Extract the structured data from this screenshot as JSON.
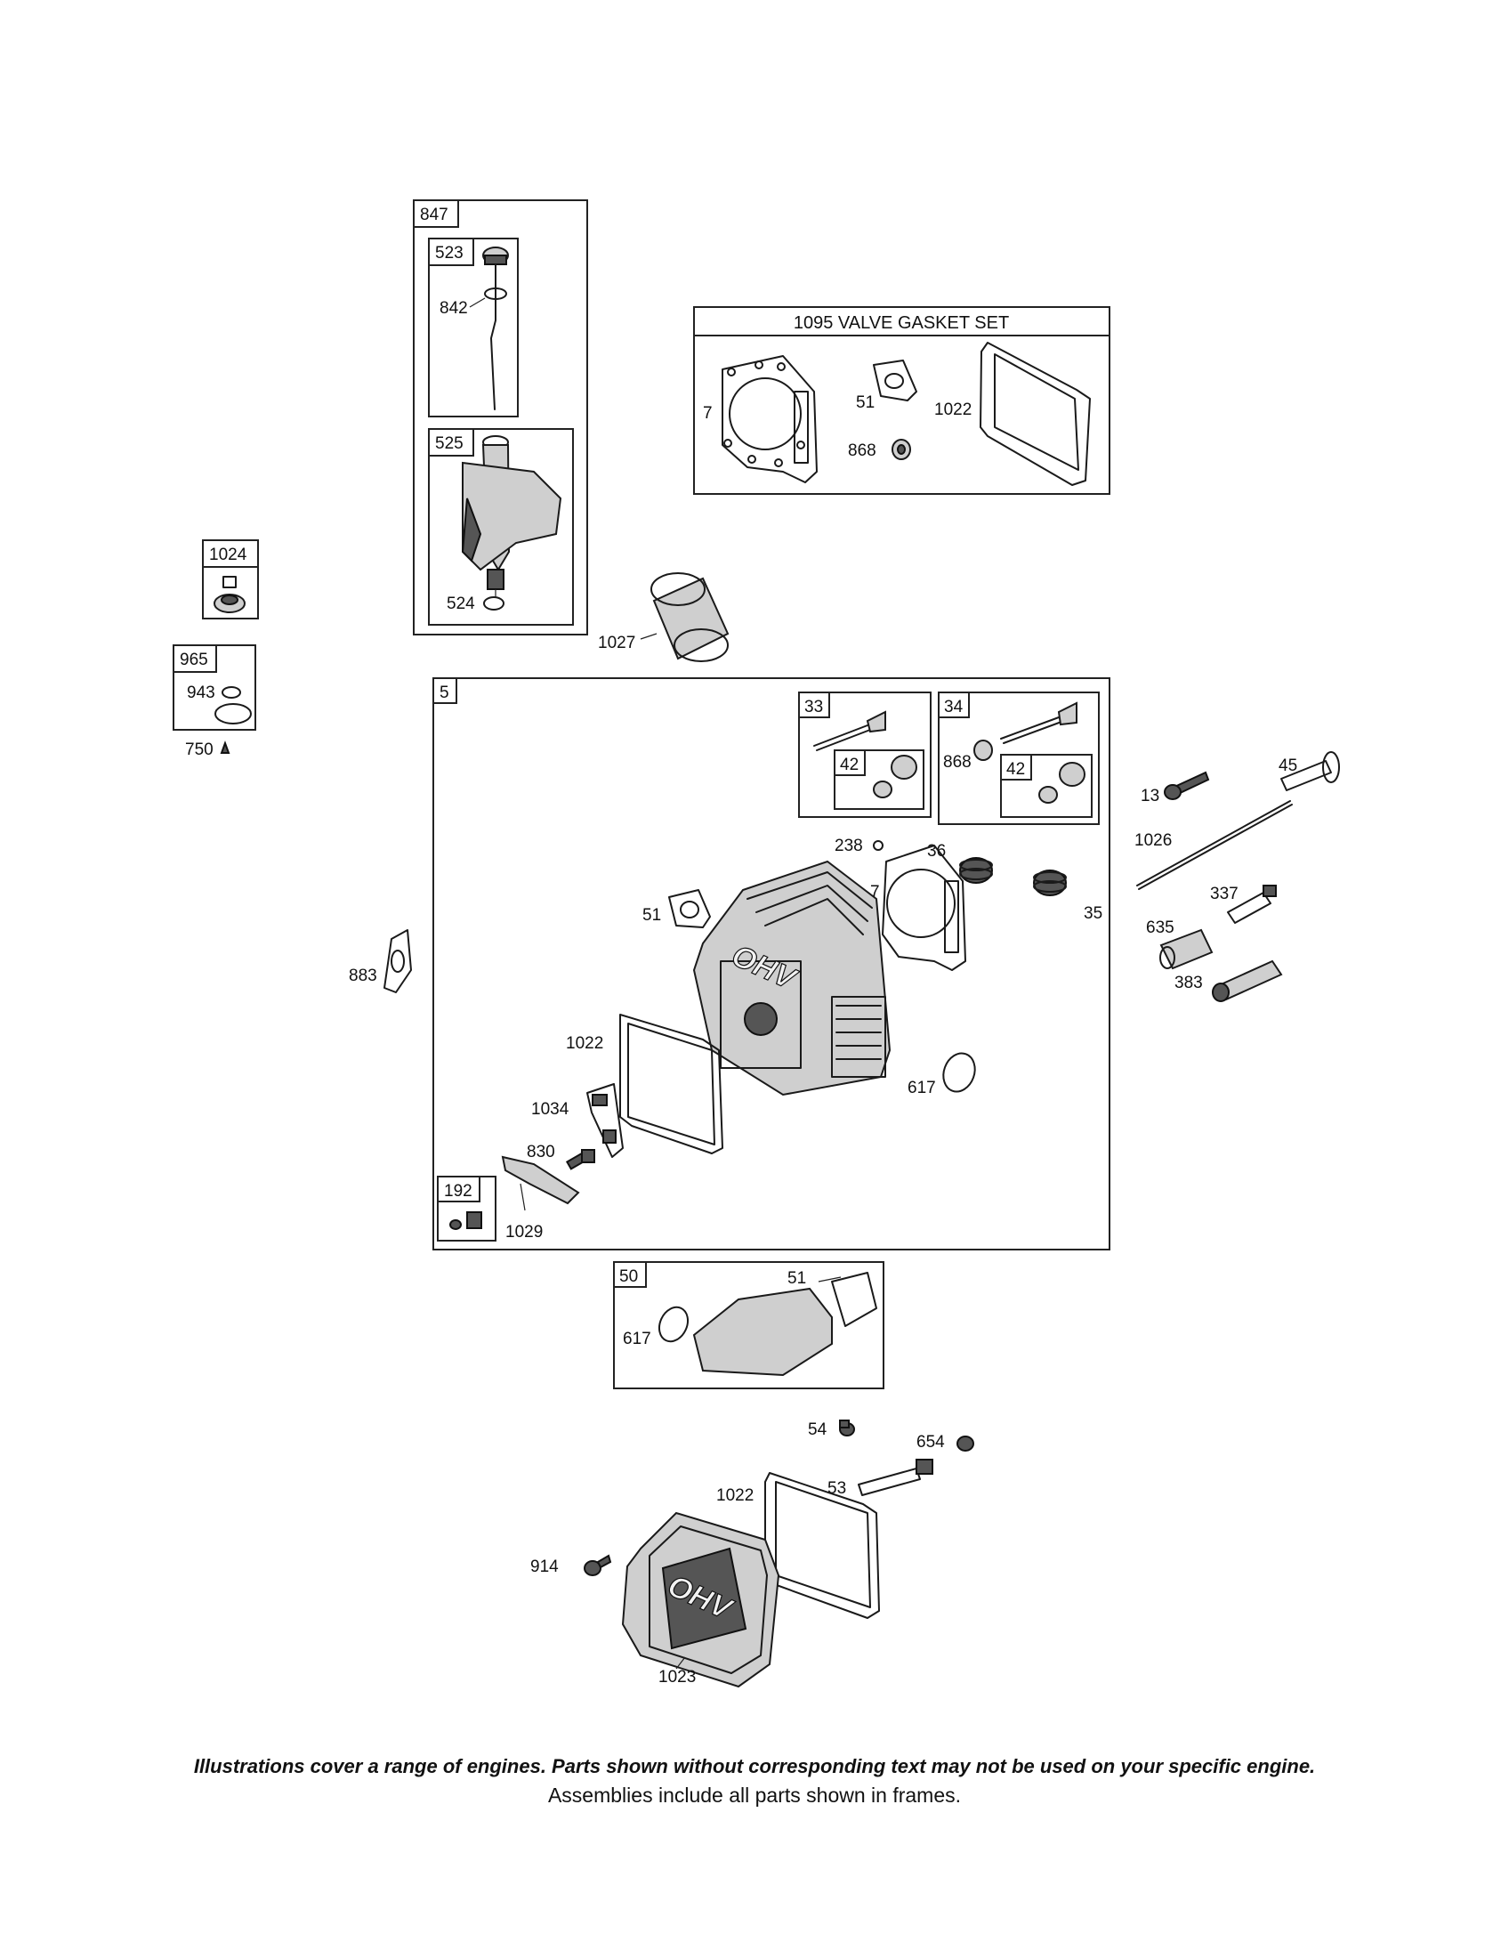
{
  "frames": {
    "f847": "847",
    "f523": "523",
    "f525": "525",
    "f1024": "1024",
    "f965": "965",
    "f5": "5",
    "f33": "33",
    "f34": "34",
    "f42a": "42",
    "f42b": "42",
    "f192": "192",
    "f50": "50"
  },
  "gasket_set_title": "1095 VALVE GASKET SET",
  "callouts": {
    "c842": "842",
    "c524": "524",
    "c1027": "1027",
    "c943": "943",
    "c750": "750",
    "c7a": "7",
    "c51a": "51",
    "c868a": "868",
    "c1022a": "1022",
    "c868b": "868",
    "c13": "13",
    "c45": "45",
    "c1026": "1026",
    "c337": "337",
    "c635": "635",
    "c383": "383",
    "c238": "238",
    "c36": "36",
    "c7b": "7",
    "c35": "35",
    "c51b": "51",
    "c883": "883",
    "c1022b": "1022",
    "c617a": "617",
    "c1034": "1034",
    "c830": "830",
    "c1029": "1029",
    "c51c": "51",
    "c617b": "617",
    "c54": "54",
    "c654": "654",
    "c53": "53",
    "c1022c": "1022",
    "c914": "914",
    "c1023": "1023"
  },
  "logo": {
    "head": "OHV",
    "cover": "OHV"
  },
  "footer": {
    "line1": "Illustrations cover a range of engines. Parts shown without corresponding text may not be used on your specific engine.",
    "line2": "Assemblies include all parts shown in frames."
  }
}
